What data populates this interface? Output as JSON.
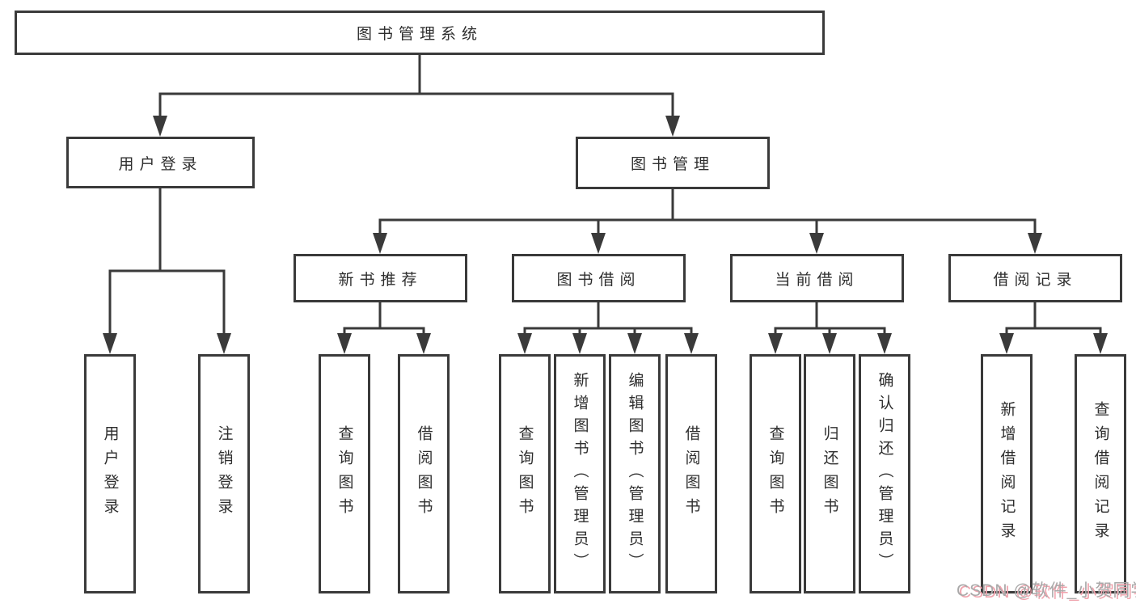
{
  "diagram_title": "图书管理系统",
  "tree": {
    "label": "图书管理系统",
    "children": [
      {
        "label": "用户登录",
        "children": [
          {
            "label": "用户登录"
          },
          {
            "label": "注销登录"
          }
        ]
      },
      {
        "label": "图书管理",
        "children": [
          {
            "label": "新书推荐",
            "children": [
              {
                "label": "查询图书"
              },
              {
                "label": "借阅图书"
              }
            ]
          },
          {
            "label": "图书借阅",
            "children": [
              {
                "label": "查询图书"
              },
              {
                "label": "新增图书（管理员）"
              },
              {
                "label": "编辑图书（管理员）"
              },
              {
                "label": "借阅图书"
              }
            ]
          },
          {
            "label": "当前借阅",
            "children": [
              {
                "label": "查询图书"
              },
              {
                "label": "归还图书"
              },
              {
                "label": "确认归还（管理员）"
              }
            ]
          },
          {
            "label": "借阅记录",
            "children": [
              {
                "label": "新增借阅记录"
              },
              {
                "label": "查询借阅记录"
              }
            ]
          }
        ]
      }
    ]
  },
  "watermark": {
    "text": "CSDN @软件_小贺同学"
  },
  "colors": {
    "line": "#3a3a3a",
    "box_border": "#3a3a3a",
    "text": "#2e2e2e",
    "background": "#ffffff",
    "watermark_text": "#a9a9a9",
    "watermark_shadow": "#f0a3ad"
  }
}
